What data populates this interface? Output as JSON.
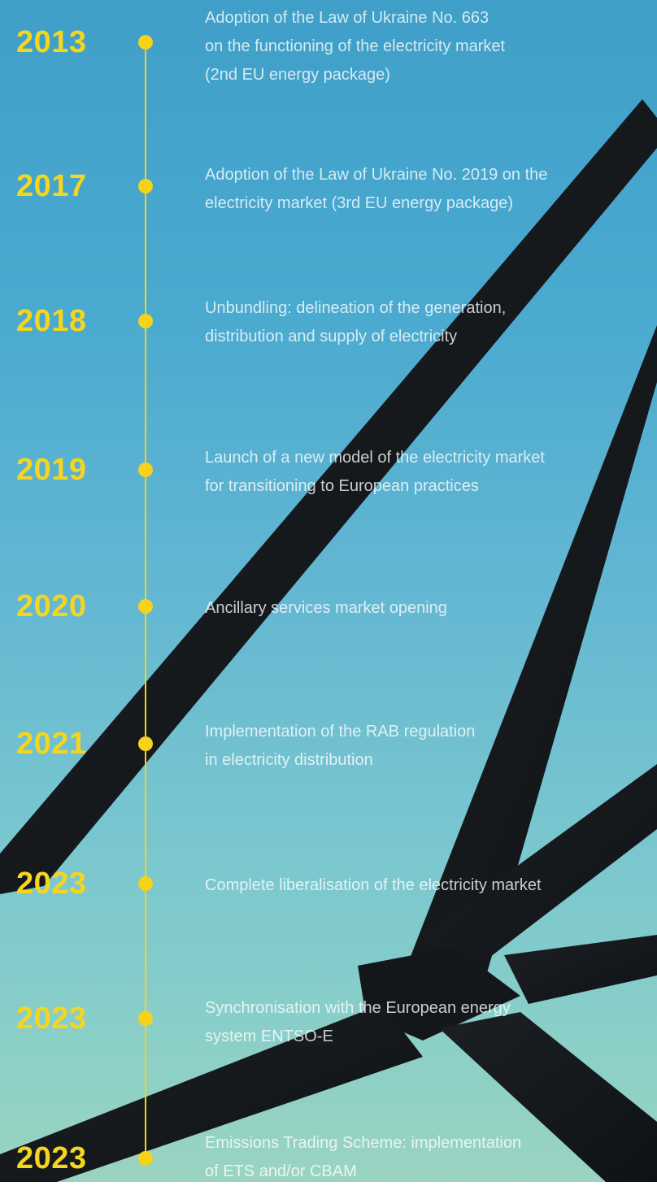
{
  "colors": {
    "accent": "#f6d21a",
    "text": "#ffffff",
    "sky_top": "#3f9fc8",
    "sky_bottom": "#9ad4c0",
    "beam": "#15181c"
  },
  "timeline": {
    "entries": [
      {
        "year": "2013",
        "lines": [
          "Adoption of the Law of Ukraine No. 663",
          "on the functioning of the electricity market",
          "(2nd EU energy package)"
        ]
      },
      {
        "year": "2017",
        "lines": [
          "Adoption of the Law of Ukraine No. 2019 on the",
          "electricity market (3rd EU energy package)"
        ]
      },
      {
        "year": "2018",
        "lines": [
          "Unbundling: delineation of the generation,",
          "distribution and supply of electricity"
        ]
      },
      {
        "year": "2019",
        "lines": [
          "Launch of a new model of the electricity market",
          "for transitioning to European practices"
        ]
      },
      {
        "year": "2020",
        "lines": [
          "Ancillary services market opening"
        ]
      },
      {
        "year": "2021",
        "lines": [
          "Implementation of the RAB regulation",
          "in electricity distribution"
        ]
      },
      {
        "year": "2023",
        "lines": [
          "Complete liberalisation of the electricity market"
        ]
      },
      {
        "year": "2023",
        "lines": [
          "Synchronisation with the European energy",
          "system ENTSO-E"
        ]
      },
      {
        "year": "2023",
        "lines": [
          "Emissions Trading Scheme: implementation",
          "of ETS and/or CBAM"
        ]
      }
    ]
  }
}
